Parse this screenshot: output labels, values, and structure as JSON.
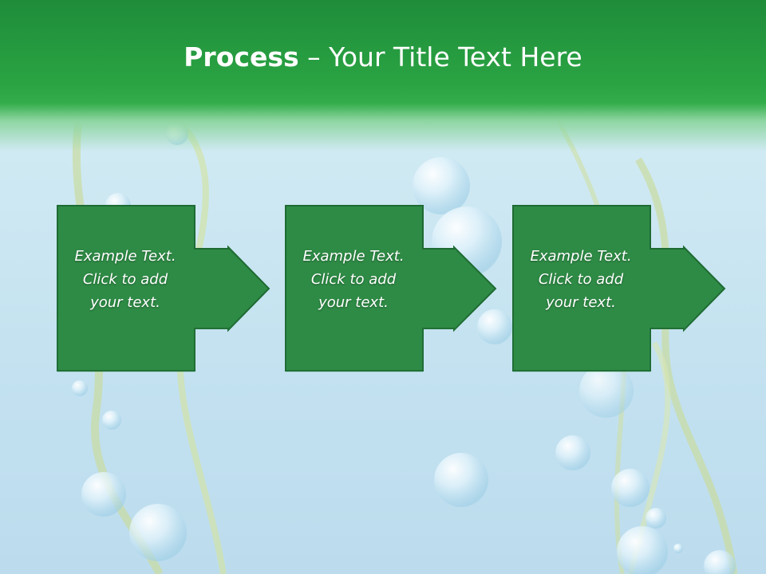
{
  "slide": {
    "title_bold": "Process",
    "title_rest": " – Your Title Text Here"
  },
  "steps": [
    {
      "text": "Example Text. Click  to add your text."
    },
    {
      "text": "Example Text. Click  to add your text."
    },
    {
      "text": "Example Text. Click  to add your text."
    }
  ],
  "colors": {
    "header_green": "#2aa443",
    "box_green": "#2e8b45",
    "box_border": "#1e6b33"
  }
}
